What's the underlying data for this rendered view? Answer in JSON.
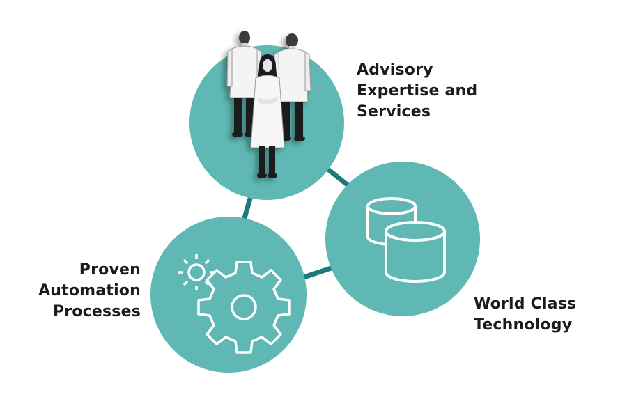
{
  "colors": {
    "circle_fill": "#5fb8b3",
    "connector": "#1d7a7b",
    "icon_stroke": "#ffffff",
    "text": "#1b1b1b"
  },
  "nodes": {
    "advisory": {
      "label_lines": [
        "Advisory",
        "Expertise and",
        "Services"
      ],
      "icon": "professionals-in-lab-coats-icon"
    },
    "technology": {
      "label_lines": [
        "World Class",
        "Technology"
      ],
      "icon": "database-cylinders-icon"
    },
    "automation": {
      "label_lines": [
        "Proven",
        "Automation",
        "Processes"
      ],
      "icon": "gears-icon"
    }
  }
}
